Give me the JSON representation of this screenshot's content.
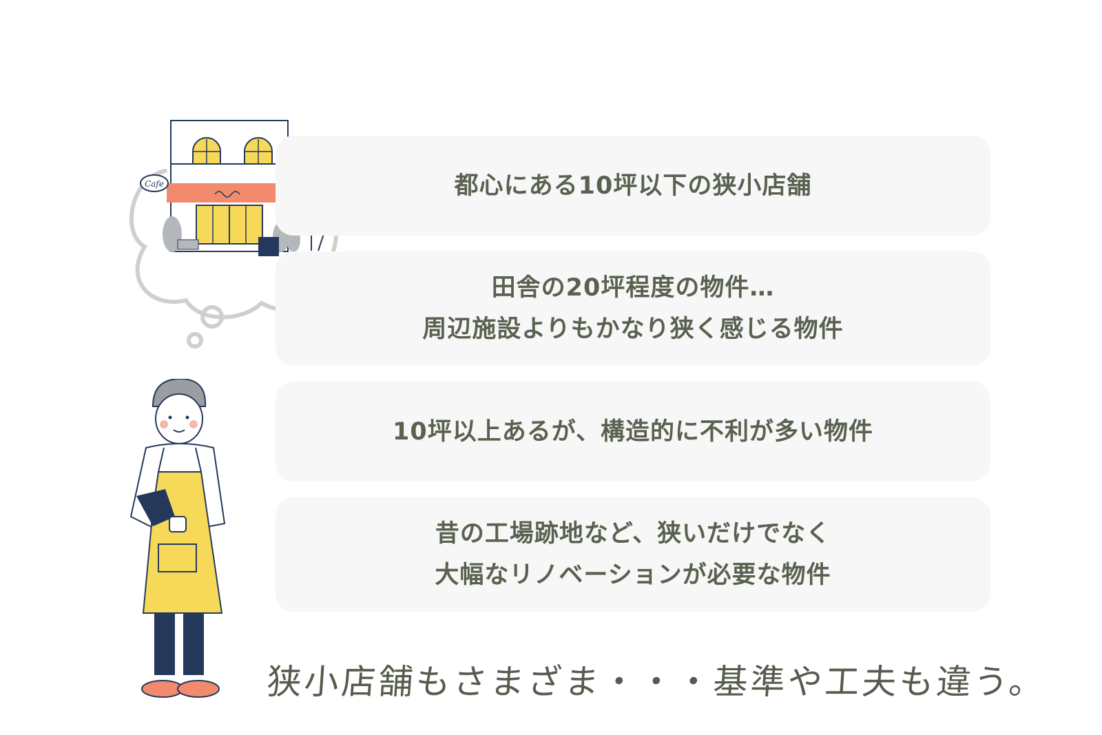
{
  "cards": [
    {
      "lines": [
        "都心にある10坪以下の狭小店舗"
      ]
    },
    {
      "lines": [
        "田舎の20坪程度の物件…",
        "周辺施設よりもかなり狭く感じる物件"
      ]
    },
    {
      "lines": [
        "10坪以上あるが、構造的に不利が多い物件"
      ]
    },
    {
      "lines": [
        "昔の工場跡地など、狭いだけでなく",
        "大幅なリノベーションが必要な物件"
      ]
    }
  ],
  "caption": "狭小店舗もさまざま・・・基準や工夫も違う。",
  "illustrations": {
    "shop": {
      "icon": "cafe-shop-thought-bubble-icon",
      "sign": "Cafe"
    },
    "barista": {
      "icon": "barista-pouring-coffee-icon"
    }
  },
  "colors": {
    "card_bg": "#f7f7f7",
    "text": "#59614f",
    "awning": "#f28b6e",
    "window": "#f7d95a",
    "apron": "#f7d95a",
    "navy": "#24385c",
    "bubble": "#cfcfcf"
  }
}
